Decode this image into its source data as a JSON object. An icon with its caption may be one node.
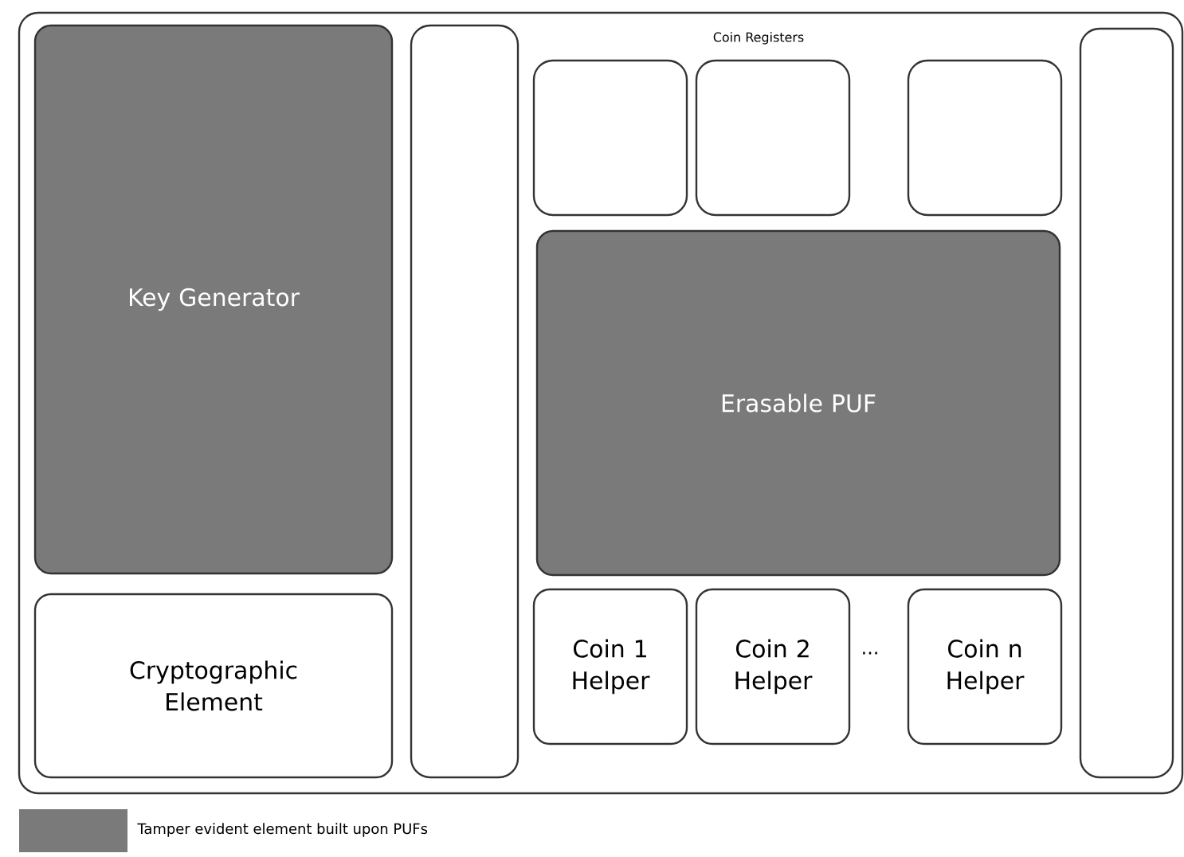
{
  "diagram": {
    "nodes": [
      {
        "text": [],
        "shape": "box"
      },
      {
        "text": [
          "Key Generator"
        ],
        "in": 0
      },
      {
        "text": [
          "Cryptographic Element"
        ],
        "in": 0
      },
      {
        "text": [],
        "shape": "box",
        "in": 0
      },
      {
        "text": [],
        "shape": "box",
        "in": 0
      },
      {
        "text": [],
        "shape": "box",
        "in": 0
      },
      {
        "text": [],
        "shape": "box",
        "in": 0
      },
      {
        "text": [
          "Erasable PUF"
        ],
        "in": 0
      },
      {
        "text": [
          "Coin 1 Helper"
        ],
        "in": 0
      },
      {
        "text": [
          "Coin 2 Helper"
        ],
        "in": 0
      },
      {
        "text": [
          "Coin n Helper"
        ],
        "in": 0
      },
      {
        "text": [],
        "shape": "box",
        "in": 0
      }
    ],
    "labels": [
      "Coin Registers",
      "..."
    ],
    "legend": [
      {
        "text": "Tamper evident element built upon PUFs",
        "color": "#7a7a7a"
      }
    ]
  }
}
